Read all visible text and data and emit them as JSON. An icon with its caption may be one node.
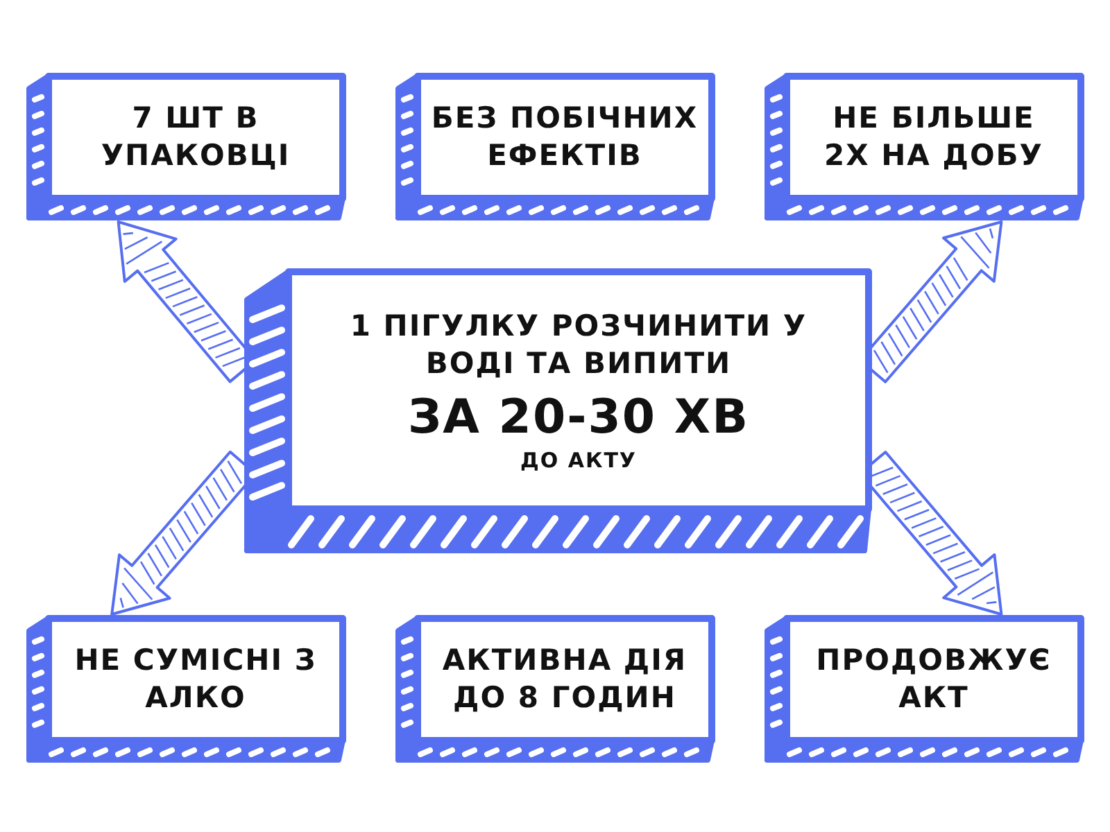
{
  "diagram": {
    "nodes": [
      {
        "text": [
          "7 ШТ В УПАКОВЦІ"
        ]
      },
      {
        "text": [
          "БЕЗ ПОБІЧНИХ ЕФЕКТІВ"
        ]
      },
      {
        "text": [
          "НЕ БІЛЬШЕ 2Х НА ДОБУ"
        ]
      },
      {
        "text": [
          "1 ПІГУЛКУ РОЗЧИНИТИ У ВОДІ ТА ВИПИТИ",
          "ЗА 20-30 ХВ",
          "ДО АКТУ"
        ]
      },
      {
        "text": [
          "НЕ СУМІСНІ З АЛКО"
        ]
      },
      {
        "text": [
          "АКТИВНА ДІЯ ДО 8 ГОДИН"
        ]
      },
      {
        "text": [
          "ПРОДОВЖУЄ АКТ"
        ]
      }
    ],
    "edges": [
      {
        "from": 3,
        "to": 0,
        "arrow": "to"
      },
      {
        "from": 3,
        "to": 2,
        "arrow": "to"
      },
      {
        "from": 3,
        "to": 4,
        "arrow": "to"
      },
      {
        "from": 3,
        "to": 6,
        "arrow": "to"
      }
    ]
  }
}
